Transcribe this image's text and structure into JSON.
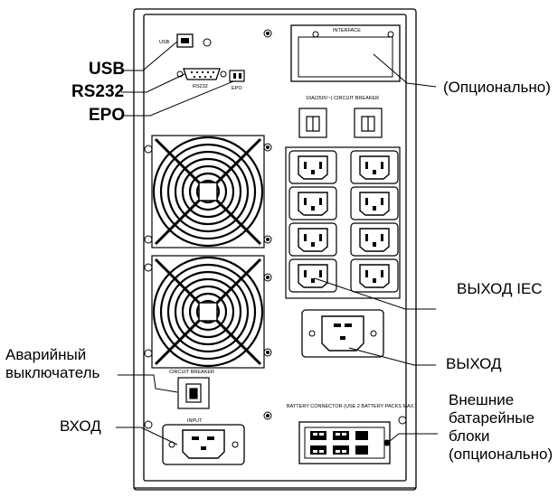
{
  "callouts": {
    "usb": "USB",
    "rs232": "RS232",
    "epo": "EPO",
    "optional_interface": "(Опционально)",
    "iec_output": "ВЫХОД IEC",
    "output": "ВЫХОД",
    "emergency_switch_line1": "Аварийный",
    "emergency_switch_line2": "выключатель",
    "input": "ВХОД",
    "ext_batt_line1": "Внешние",
    "ext_batt_line2": "батарейные",
    "ext_batt_line3": "блоки",
    "ext_batt_line4": "(опционально)"
  },
  "panel_text": {
    "usb": "USB",
    "rs232": "RS232",
    "epo": "EPO",
    "interface": "INTERFACE",
    "breaker_row": "10A(250V~) CIRCUIT BREAKER",
    "circuit_breaker": "CIRCUIT BREAKER",
    "input": "INPUT",
    "battery_connector": "BATTERY CONNECTOR (USE 2 BATTERY PACKS MAX.)"
  },
  "counts": {
    "iec_outlets": 8,
    "fans": 2
  }
}
